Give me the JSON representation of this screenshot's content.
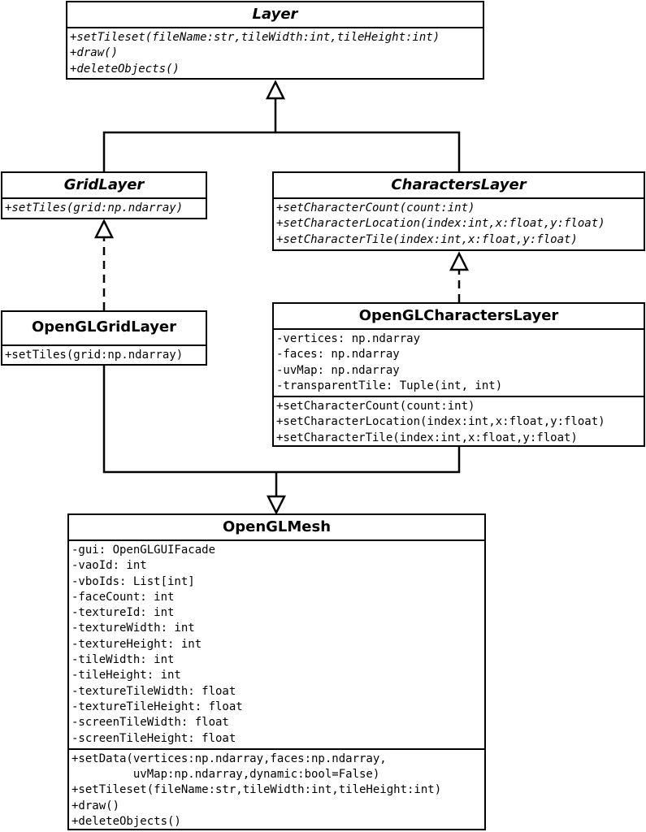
{
  "classes": {
    "layer": {
      "name": "Layer",
      "attributes": [],
      "methods": [
        "+setTileset(fileName:str,tileWidth:int,tileHeight:int)",
        "+draw()",
        "+deleteObjects()"
      ]
    },
    "grid_layer": {
      "name": "GridLayer",
      "attributes": [],
      "methods": [
        "+setTiles(grid:np.ndarray)"
      ]
    },
    "characters_layer": {
      "name": "CharactersLayer",
      "attributes": [],
      "methods": [
        "+setCharacterCount(count:int)",
        "+setCharacterLocation(index:int,x:float,y:float)",
        "+setCharacterTile(index:int,x:float,y:float)"
      ]
    },
    "opengl_grid_layer": {
      "name": "OpenGLGridLayer",
      "attributes": [],
      "methods": [
        "+setTiles(grid:np.ndarray)"
      ]
    },
    "opengl_characters_layer": {
      "name": "OpenGLCharactersLayer",
      "attributes": [
        "-vertices: np.ndarray",
        "-faces: np.ndarray",
        "-uvMap: np.ndarray",
        "-transparentTile: Tuple(int, int)"
      ],
      "methods": [
        "+setCharacterCount(count:int)",
        "+setCharacterLocation(index:int,x:float,y:float)",
        "+setCharacterTile(index:int,x:float,y:float)"
      ]
    },
    "opengl_mesh": {
      "name": "OpenGLMesh",
      "attributes": [
        "-gui: OpenGLGUIFacade",
        "-vaoId: int",
        "-vboIds: List[int]",
        "-faceCount: int",
        "-textureId: int",
        "-textureWidth: int",
        "-textureHeight: int",
        "-tileWidth: int",
        "-tileHeight: int",
        "-textureTileWidth: float",
        "-textureTileHeight: float",
        "-screenTileWidth: float",
        "-screenTileHeight: float"
      ],
      "methods": [
        "+setData(vertices:np.ndarray,faces:np.ndarray,",
        "         uvMap:np.ndarray,dynamic:bool=False)",
        "+setTileset(fileName:str,tileWidth:int,tileHeight:int)",
        "+draw()",
        "+deleteObjects()"
      ]
    }
  }
}
